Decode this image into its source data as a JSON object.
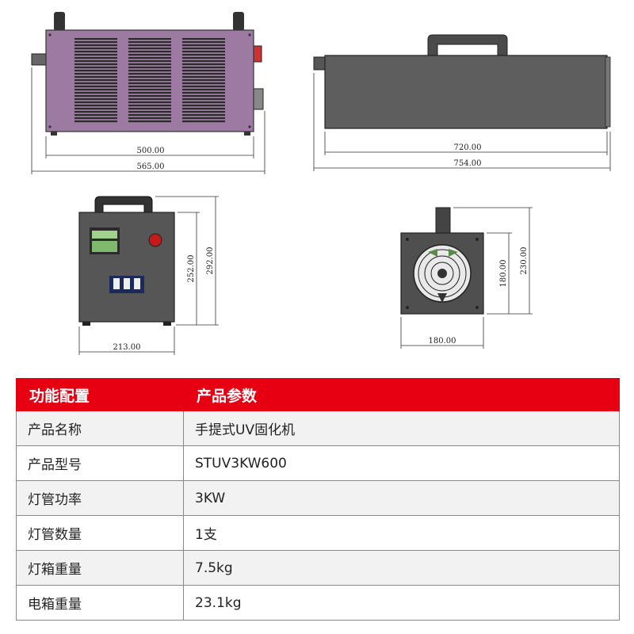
{
  "drawings": {
    "front_view": {
      "width_inner": "500.00",
      "width_outer": "565.00"
    },
    "side_view": {
      "width_inner": "720.00",
      "width_outer": "754.00"
    },
    "end_view_left": {
      "width": "213.00",
      "height_inner": "252.00",
      "height_outer": "292.00"
    },
    "end_view_right": {
      "width": "180.00",
      "height_inner": "180.00",
      "height_outer": "230.00"
    }
  },
  "table": {
    "header": {
      "left": "功能配置",
      "right": "产品参数"
    },
    "rows": [
      {
        "label": "产品名称",
        "value": "手提式UV固化机"
      },
      {
        "label": "产品型号",
        "value": "STUV3KW600"
      },
      {
        "label": "灯管功率",
        "value": "3KW"
      },
      {
        "label": "灯管数量",
        "value": "1支"
      },
      {
        "label": "灯箱重量",
        "value": "7.5kg"
      },
      {
        "label": "电箱重量",
        "value": "23.1kg"
      }
    ]
  },
  "colors": {
    "header_red": "#e60012",
    "panel_purple": "#9c7aa2",
    "body_gray": "#5e5e5e"
  }
}
